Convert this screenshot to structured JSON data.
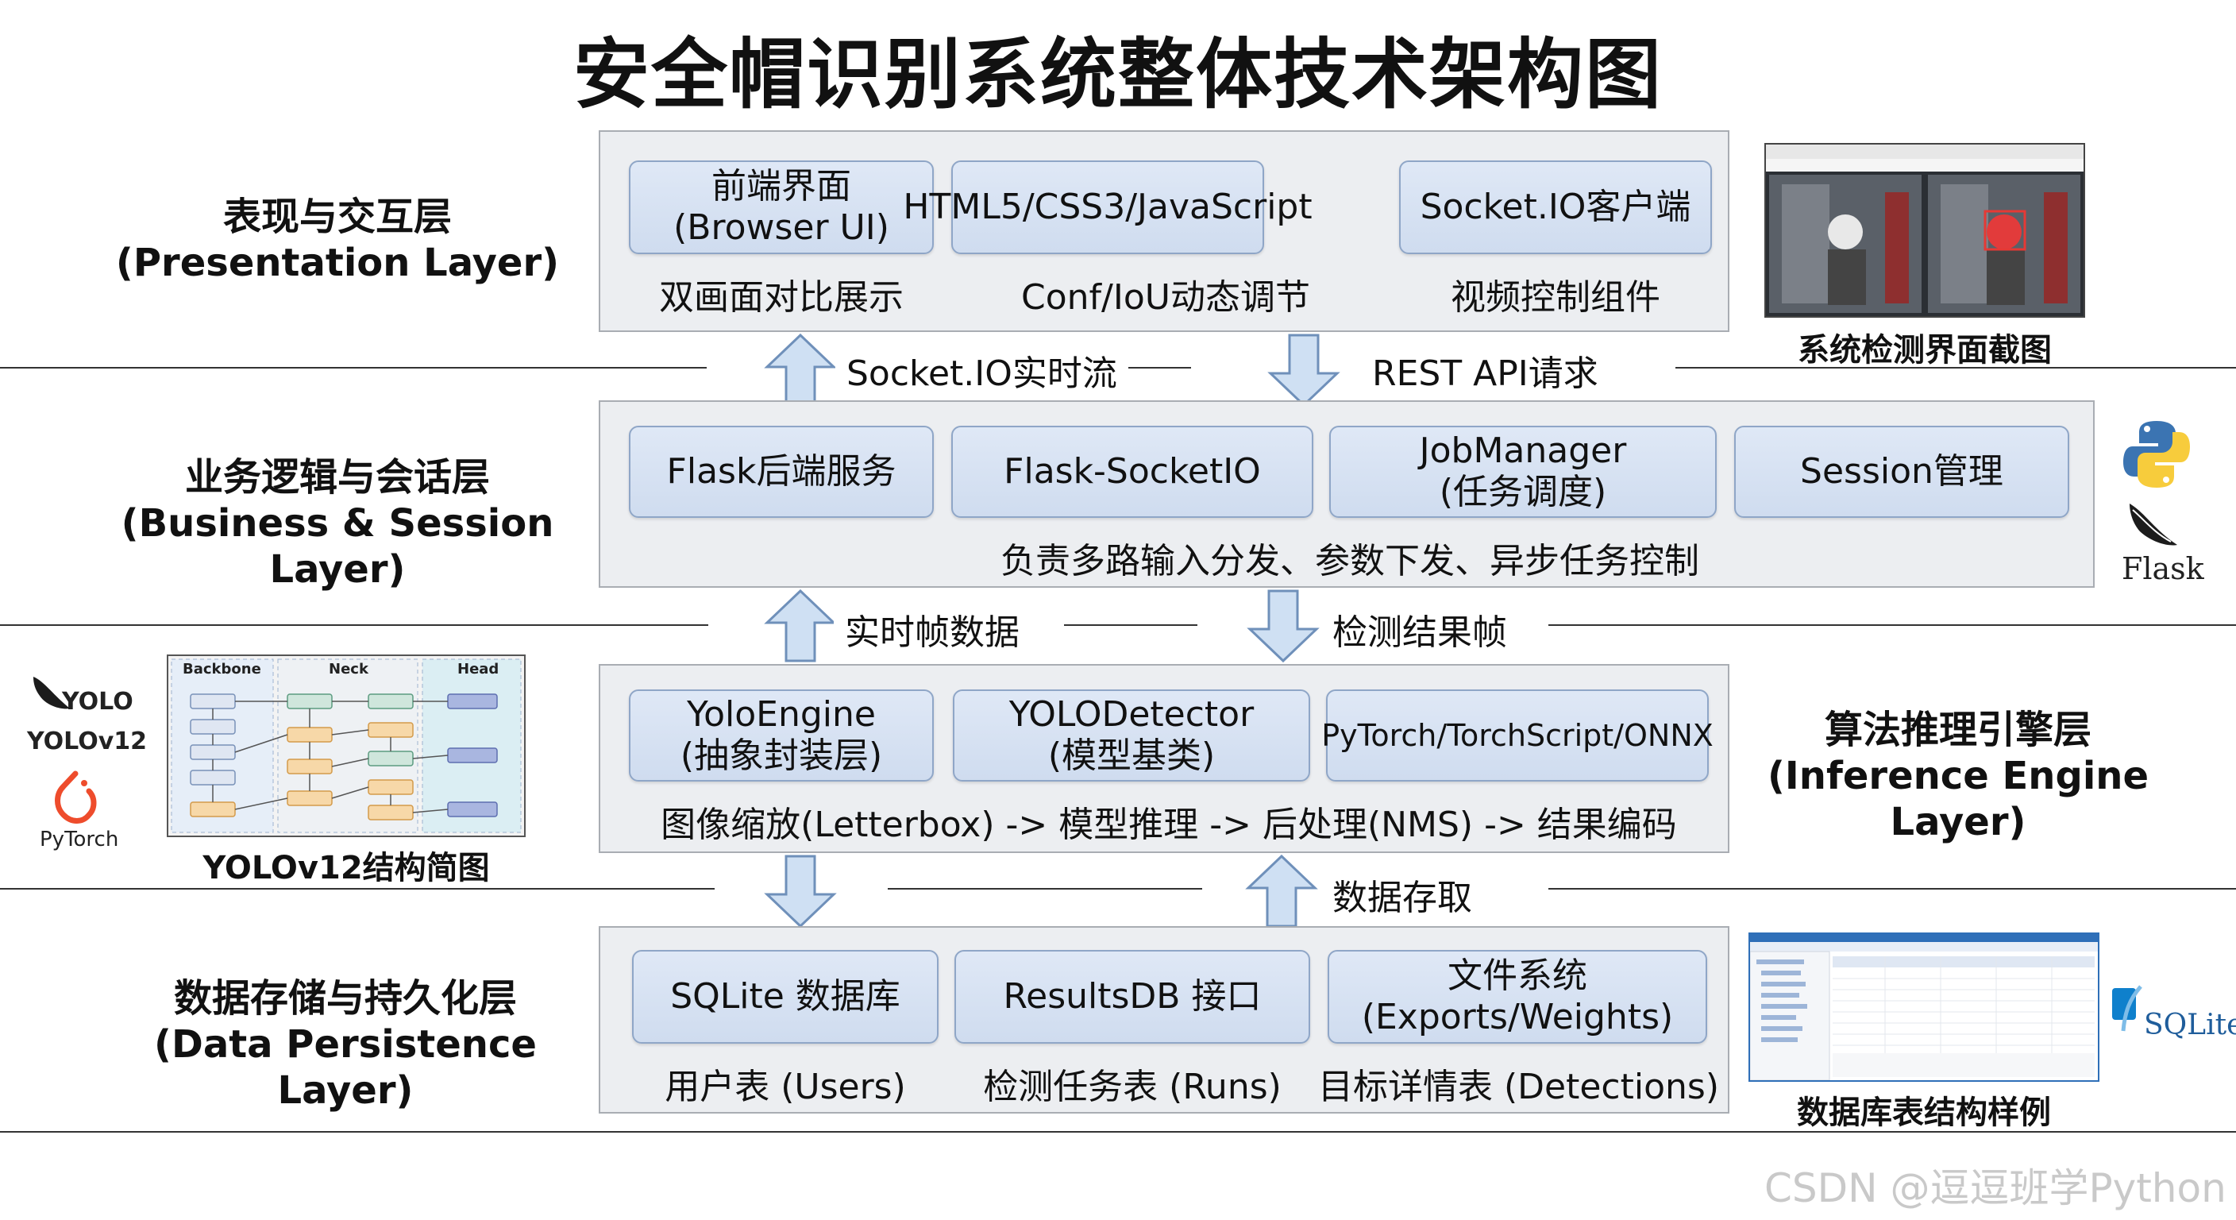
{
  "title": "安全帽识别系统整体技术架构图",
  "layers": {
    "presentation": {
      "name": "表现与交互层\n(Presentation Layer)",
      "chips": [
        "前端界面\n(Browser UI)",
        "HTML5/CSS3/JavaScript",
        "Socket.IO客户端"
      ],
      "subs": [
        "双画面对比展示",
        "Conf/IoU动态调节",
        "视频控制组件"
      ]
    },
    "business": {
      "name": "业务逻辑与会话层\n(Business & Session Layer)",
      "chips": [
        "Flask后端服务",
        "Flask-SocketIO",
        "JobManager\n(任务调度)",
        "Session管理"
      ],
      "desc": "负责多路输入分发、参数下发、异步任务控制"
    },
    "inference": {
      "name": "算法推理引擎层\n(Inference Engine Layer)",
      "chips": [
        "YoloEngine\n(抽象封装层)",
        "YOLODetector\n(模型基类)",
        "PyTorch/TorchScript/ONNX"
      ],
      "desc": "图像缩放(Letterbox) -> 模型推理 -> 后处理(NMS) -> 结果编码"
    },
    "data": {
      "name": "数据存储与持久化层\n(Data Persistence Layer)",
      "chips": [
        "SQLite 数据库",
        "ResultsDB 接口",
        "文件系统\n(Exports/Weights)"
      ],
      "subs": [
        "用户表 (Users)",
        "检测任务表 (Runs)",
        "目标详情表 (Detections)"
      ]
    }
  },
  "flows": {
    "up1": "Socket.IO实时流",
    "down1": "REST API请求",
    "up2": "实时帧数据",
    "down2": "检测结果帧",
    "both3": "数据存取"
  },
  "side": {
    "screenshot_caption": "系统检测界面截图",
    "flask_logo_text": "Flask",
    "yolo_logo_text": "YOLO",
    "yolo_version_text": "YOLOv12",
    "pytorch_text": "PyTorch",
    "yolo_diagram_caption": "YOLOv12结构简图",
    "yolo_diagram_headers": [
      "Backbone",
      "Neck",
      "Head"
    ],
    "db_caption": "数据库表结构样例",
    "sqlite_text": "SQLite"
  },
  "watermark": "CSDN @逗逗班学Python",
  "colors": {
    "chip_bg": "#d7e2f3",
    "chip_border": "#8fa6c7",
    "panel_bg": "#eceef1",
    "arrow_fill": "#cfe0f3",
    "arrow_stroke": "#6f90ba",
    "detect_box": "#e53935"
  }
}
